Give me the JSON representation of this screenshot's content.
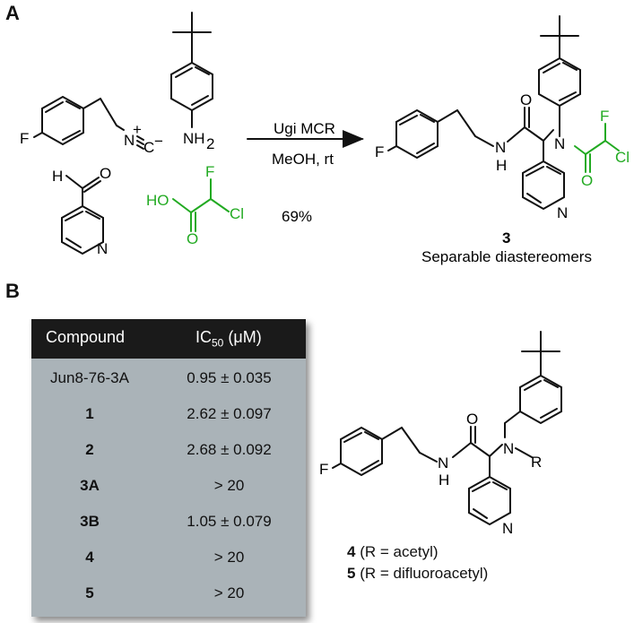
{
  "panels": {
    "a": "A",
    "b": "B"
  },
  "reaction": {
    "arrow_above": "Ugi MCR",
    "arrow_below": "MeOH, rt",
    "yield": "69%",
    "product_number": "3",
    "product_caption": "Separable diastereomers"
  },
  "table": {
    "headers": [
      "Compound",
      "IC",
      "50",
      " (μM)"
    ],
    "rows": [
      {
        "compound": "Jun8-76-3A",
        "ic50": "0.95 ± 0.035"
      },
      {
        "compound": "1",
        "ic50": "2.62 ± 0.097"
      },
      {
        "compound": "2",
        "ic50": "2.68 ± 0.092"
      },
      {
        "compound": "3A",
        "ic50": "> 20"
      },
      {
        "compound": "3B",
        "ic50": "1.05 ± 0.079"
      },
      {
        "compound": "4",
        "ic50": "> 20"
      },
      {
        "compound": "5",
        "ic50": "> 20"
      }
    ]
  },
  "compounds_b": {
    "c4_num": "4",
    "c4_text": " (R = acetyl)",
    "c5_num": "5",
    "c5_text": " (R = difluoroacetyl)"
  },
  "atoms": {
    "F": "F",
    "N": "N",
    "C": "C",
    "O": "O",
    "H": "H",
    "HO": "HO",
    "Cl": "Cl",
    "NH2": "NH",
    "sub2": "2",
    "R": "R",
    "plus": "+",
    "minus": "−"
  },
  "colors": {
    "reagent_green": "#22aa22",
    "table_header": "#1a1a1a",
    "table_body": "#aab3b8"
  }
}
